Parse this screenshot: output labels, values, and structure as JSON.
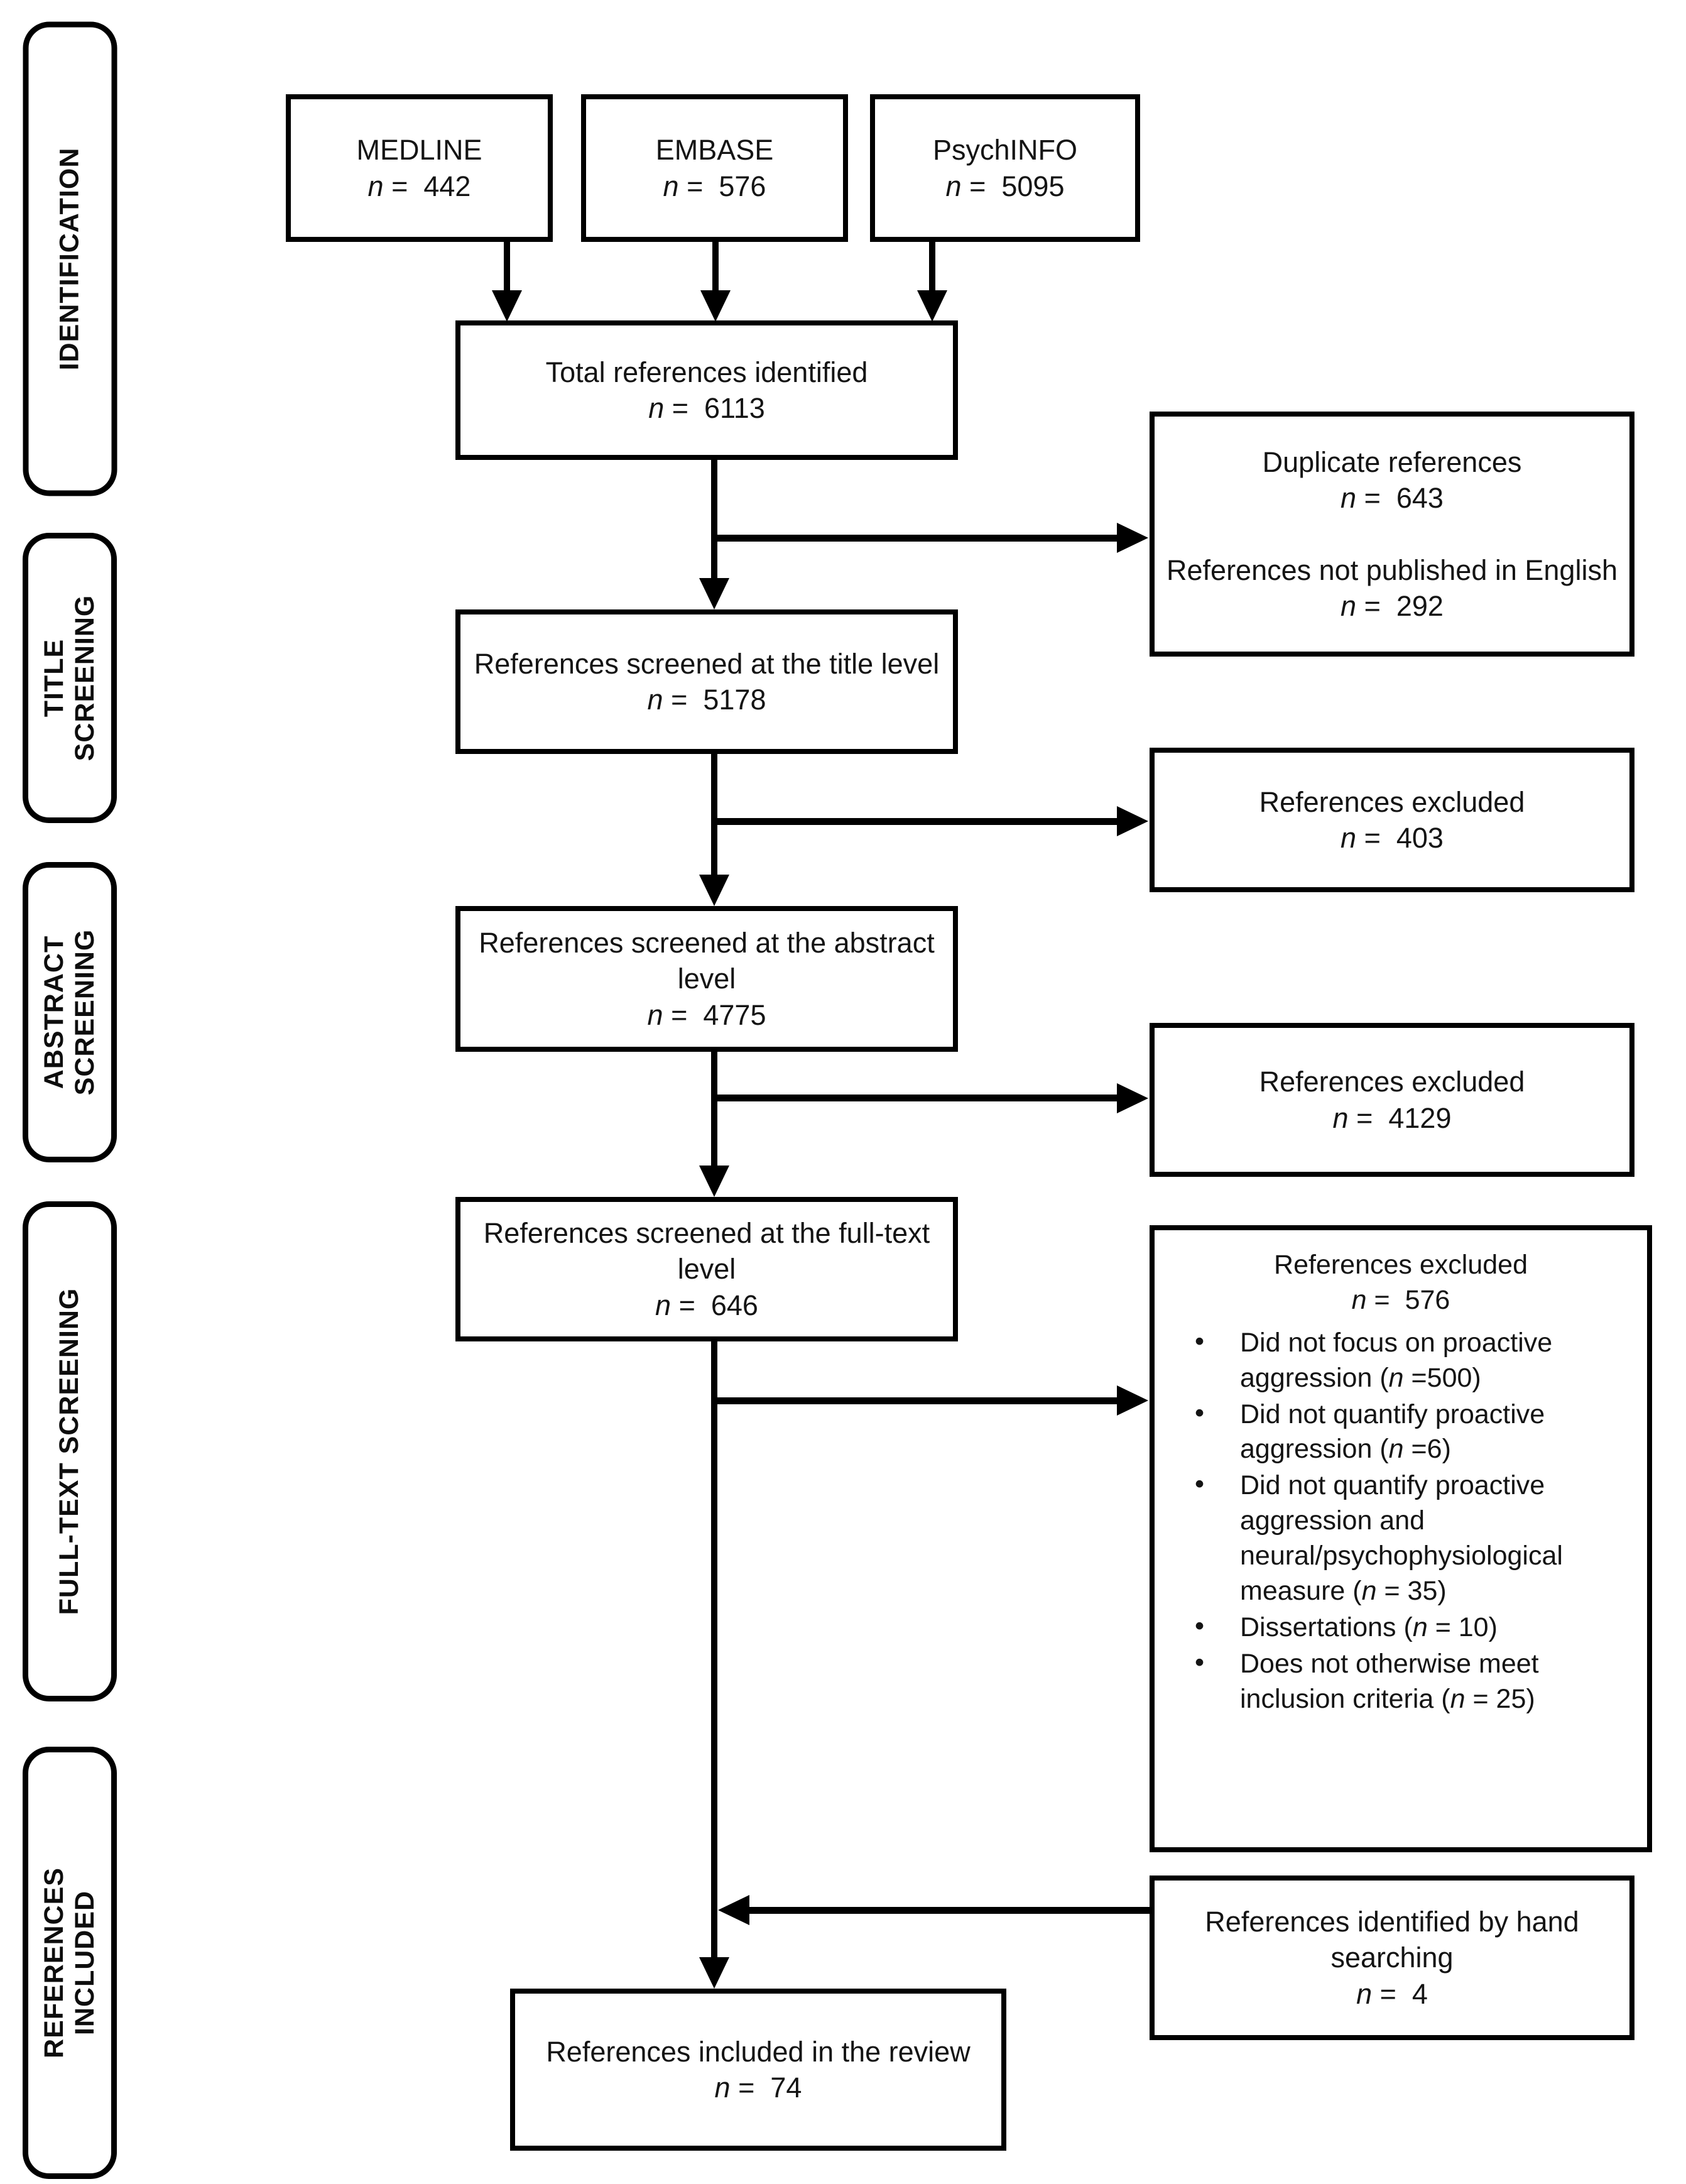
{
  "sym": {
    "n": "n",
    "eq": "=",
    "lp": "(",
    "rp": ")",
    "bullet": "•"
  },
  "sidebar": {
    "stages": [
      {
        "label": "IDENTIFICATION"
      },
      {
        "label": "TITLE SCREENING"
      },
      {
        "label": "ABSTRACT SCREENING"
      },
      {
        "label": "FULL-TEXT SCREENING"
      },
      {
        "label": "REFERENCES INCLUDED"
      }
    ]
  },
  "boxes": {
    "medline": {
      "label": "MEDLINE",
      "n": "442"
    },
    "embase": {
      "label": "EMBASE",
      "n": "576"
    },
    "psychinfo": {
      "label": "PsychINFO",
      "n": "5095"
    },
    "total": {
      "label": "Total references identified",
      "n": "6113"
    },
    "duplicates": {
      "line1": "Duplicate references",
      "n1": "643",
      "line2": "References not published in English",
      "n2": "292"
    },
    "title_screen": {
      "label": "References screened at the title level",
      "n": "5178"
    },
    "excluded_title": {
      "label": "References excluded",
      "n": "403"
    },
    "abstract_screen": {
      "label": "References screened at the abstract level",
      "n": "4775"
    },
    "excluded_abstract": {
      "label": "References excluded",
      "n": "4129"
    },
    "fulltext_screen": {
      "label": "References screened at the full-text level",
      "n": "646"
    },
    "excluded_fulltext": {
      "label": "References excluded",
      "n": "576",
      "reasons": [
        {
          "text": "Did not focus on proactive aggression",
          "n": "500"
        },
        {
          "text": "Did not quantify proactive aggression",
          "n": "6"
        },
        {
          "text": "Did not quantify proactive aggression and neural/psychophysiological measure",
          "n": "35"
        },
        {
          "text": "Dissertations",
          "n": "10"
        },
        {
          "text": "Does not otherwise meet inclusion criteria",
          "n": "25"
        }
      ]
    },
    "hand_search": {
      "label": "References identified by hand searching",
      "n": "4"
    },
    "included": {
      "label": "References included in the review",
      "n": "74"
    }
  }
}
